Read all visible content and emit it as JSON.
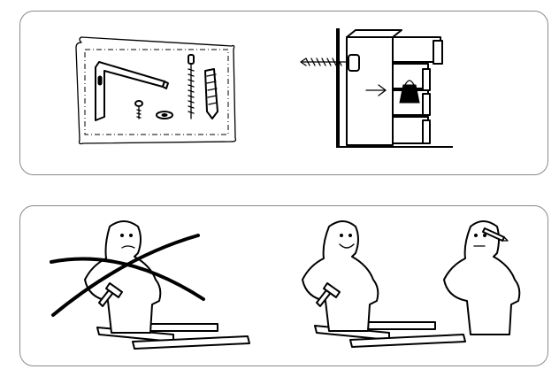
{
  "illustration": {
    "panels": [
      {
        "id": "top",
        "scenes": [
          "hardware-kit",
          "wall-anchored-drawer-unit"
        ],
        "icons": [
          "wall-bracket-icon",
          "small-screw-icon",
          "washer-icon",
          "long-screw-icon",
          "wall-plug-icon",
          "warning-weight-icon",
          "arrow-right-icon"
        ]
      },
      {
        "id": "bottom",
        "scenes": [
          "confused-person-crossed-out",
          "happy-person-with-hammer",
          "person-thinking-with-pencil"
        ],
        "icons": [
          "hammer-icon",
          "pencil-icon",
          "cross-out-icon"
        ]
      }
    ],
    "colors": {
      "ink": "#000000",
      "panel_border": "#8a8a8a",
      "background": "#ffffff"
    }
  }
}
